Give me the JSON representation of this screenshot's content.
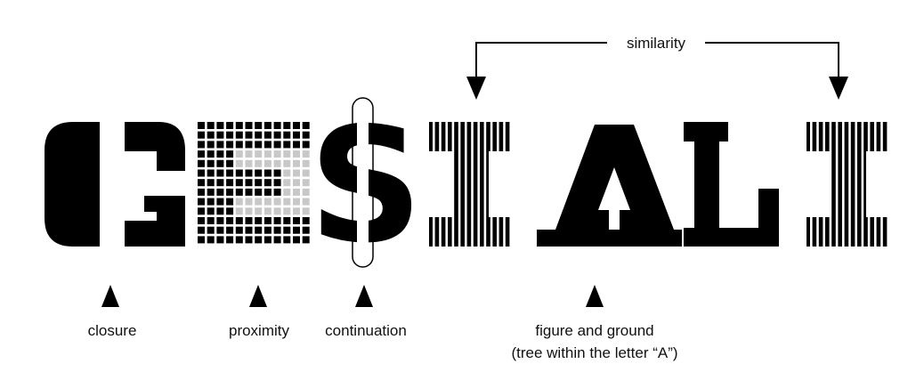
{
  "labels": {
    "similarity": "similarity",
    "closure": "closure",
    "proximity": "proximity",
    "continuation": "continuation",
    "figure_ground_line1": "figure and ground",
    "figure_ground_line2": "(tree within the letter “A”)"
  },
  "letters": {
    "g": "G",
    "e": "E",
    "s": "S",
    "t1": "T",
    "a": "A",
    "l": "L",
    "t2": "T"
  },
  "colors": {
    "ink": "#000000",
    "background": "#ffffff",
    "proximity_light": "#c8c8c8"
  }
}
